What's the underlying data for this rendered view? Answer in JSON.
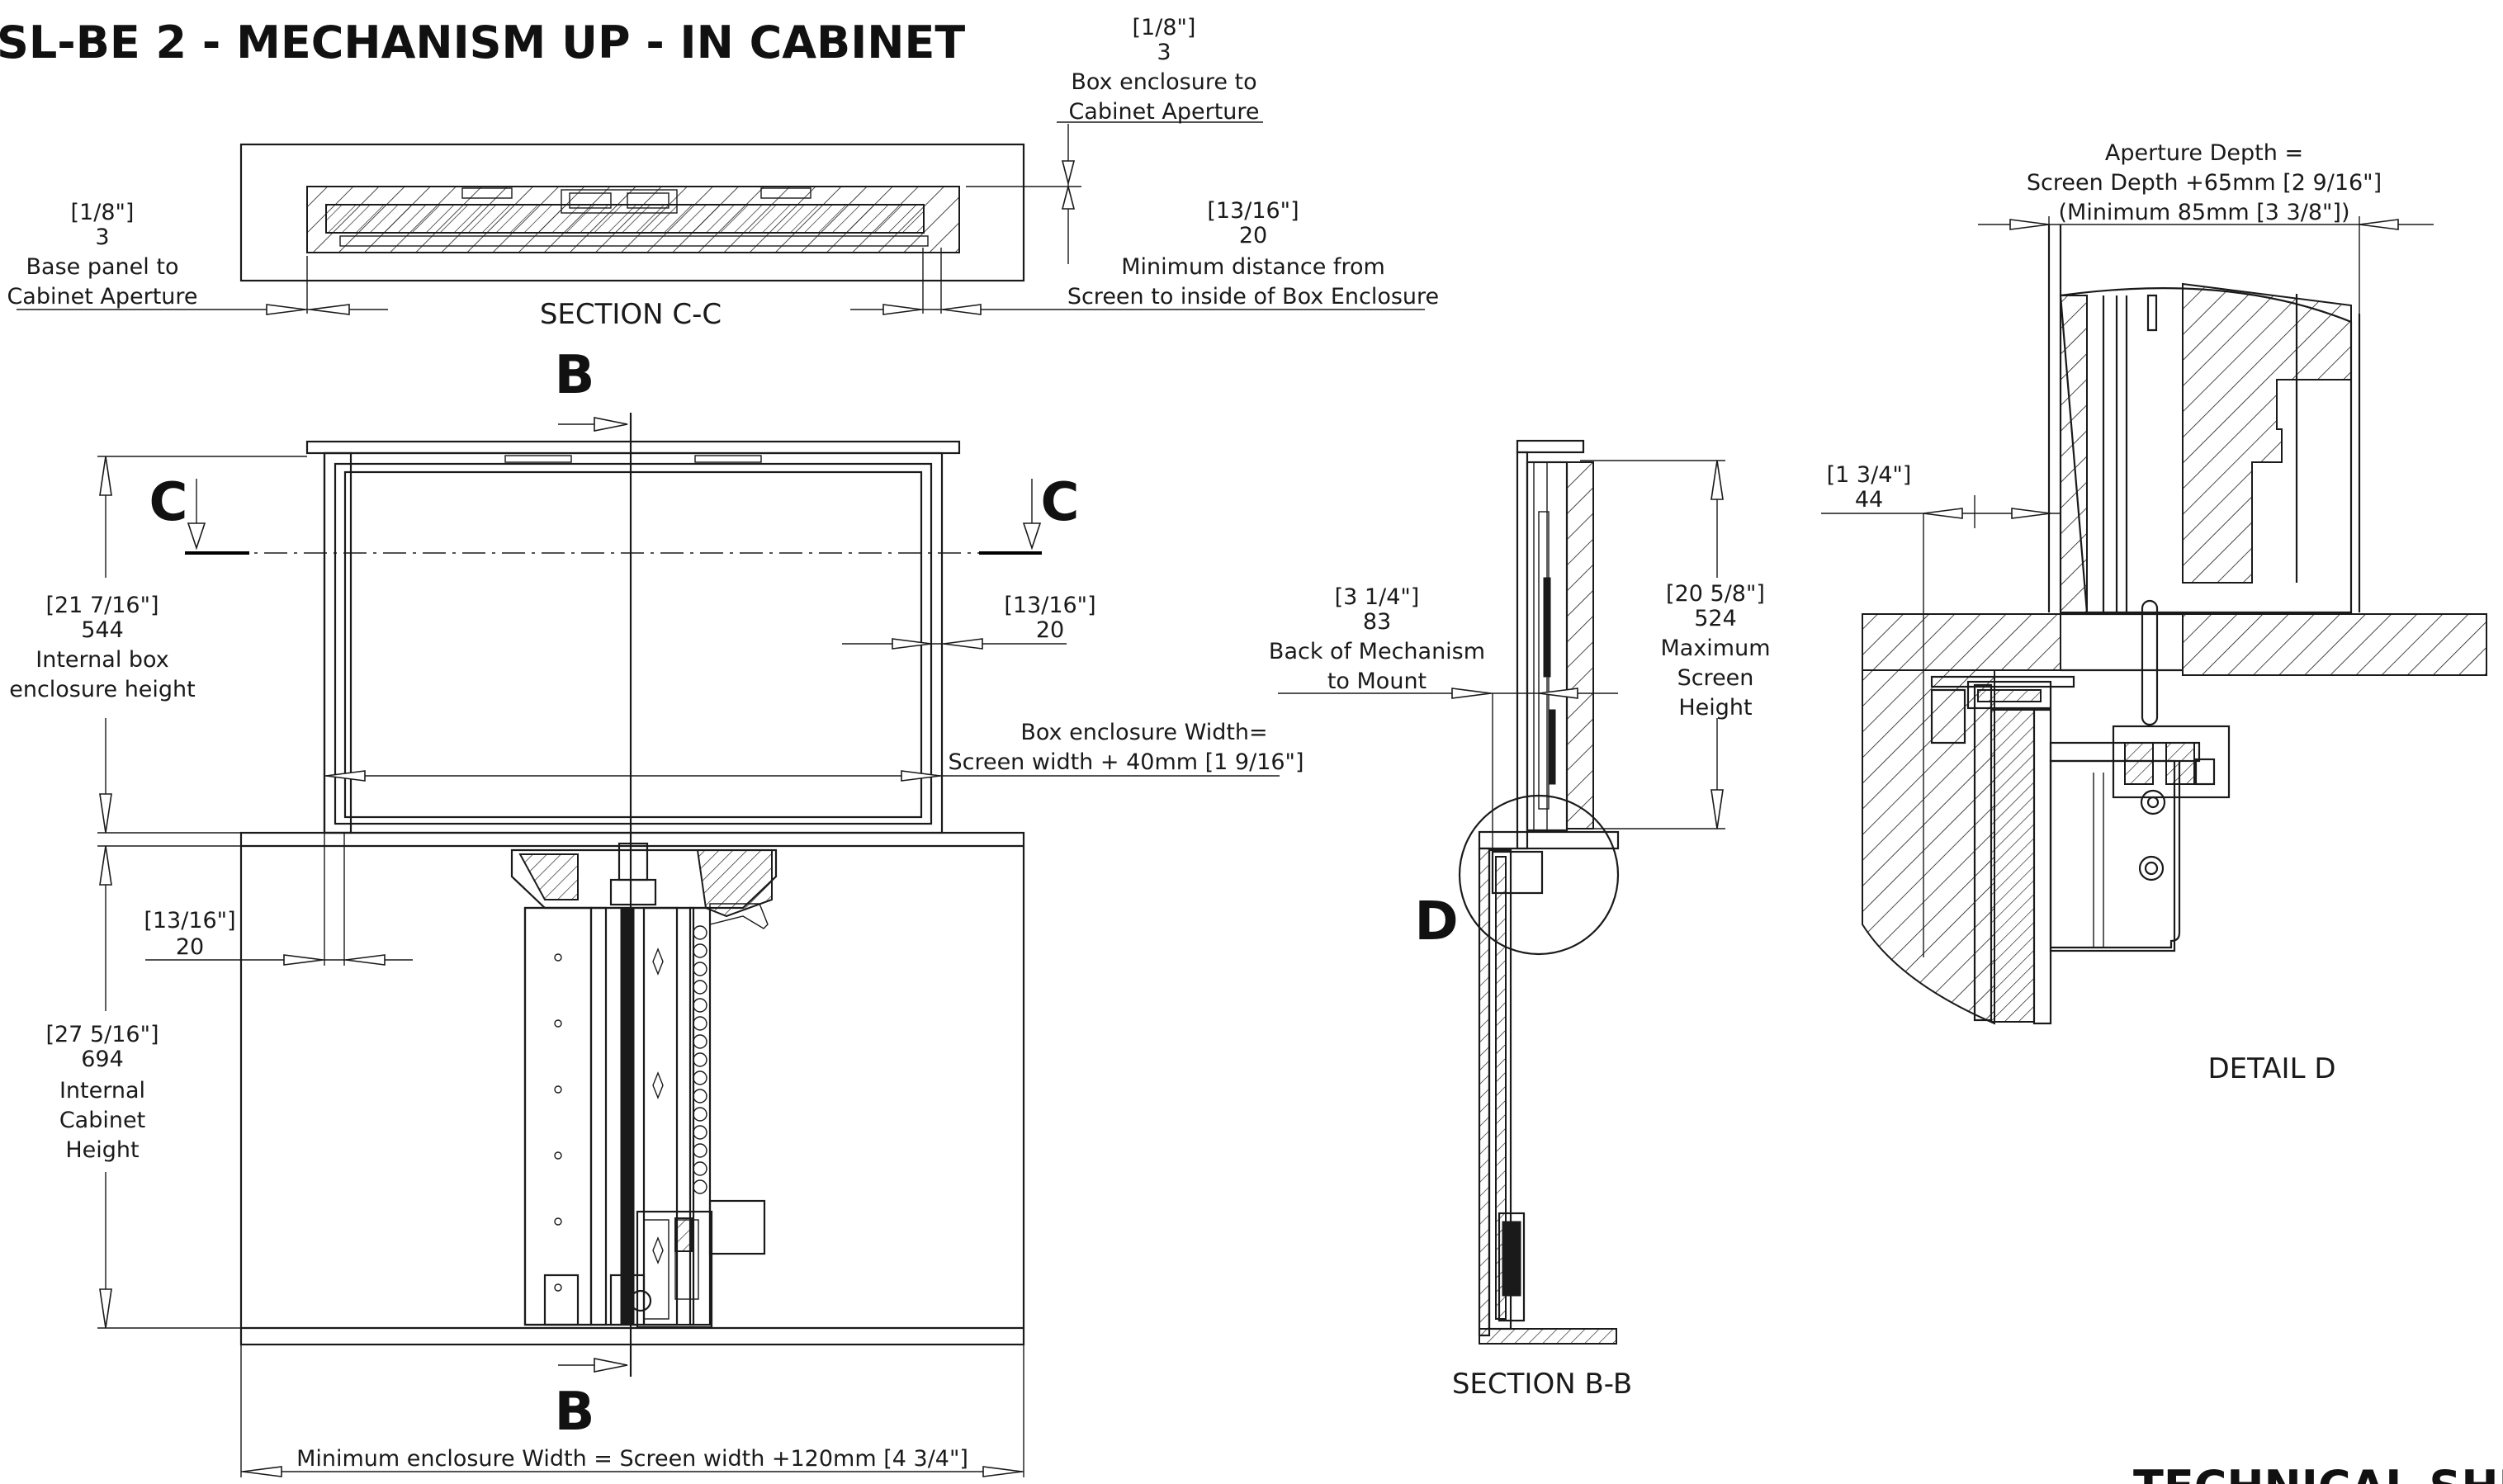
{
  "title": "SL-BE 2 - MECHANISM UP - IN CABINET",
  "footer_title": "TECHNICAL SHEET",
  "section_labels": {
    "section_cc": "SECTION C-C",
    "section_bb": "SECTION B-B",
    "detail_d": "DETAIL D",
    "marker_b": "B",
    "marker_c": "C",
    "marker_d": "D"
  },
  "dimensions": {
    "box_to_aperture": {
      "imperial": "[1/8\"]",
      "metric": "3",
      "line1": "Box enclosure to",
      "line2": "Cabinet Aperture"
    },
    "base_to_aperture": {
      "imperial": "[1/8\"]",
      "metric": "3",
      "line1": "Base panel to",
      "line2": "Cabinet Aperture"
    },
    "screen_to_box": {
      "imperial": "[13/16\"]",
      "metric": "20",
      "line1": "Minimum distance from",
      "line2": "Screen to inside of Box Enclosure"
    },
    "internal_box_height": {
      "imperial": "[21 7/16\"]",
      "metric": "544",
      "line1": "Internal box",
      "line2": "enclosure height"
    },
    "side_gap_right": {
      "imperial": "[13/16\"]",
      "metric": "20"
    },
    "box_width": {
      "line1": "Box enclosure Width=",
      "line2": "Screen width + 40mm [1 9/16\"]"
    },
    "side_gap_left": {
      "imperial": "[13/16\"]",
      "metric": "20"
    },
    "internal_cabinet_height": {
      "imperial": "[27 5/16\"]",
      "metric": "694",
      "line1": "Internal",
      "line2": "Cabinet",
      "line3": "Height"
    },
    "min_enclosure_width": {
      "text": "Minimum enclosure Width = Screen width +120mm [4 3/4\"]"
    },
    "back_to_mount": {
      "imperial": "[3 1/4\"]",
      "metric": "83",
      "line1": "Back of Mechanism",
      "line2": "to Mount"
    },
    "max_screen_height": {
      "imperial": "[20 5/8\"]",
      "metric": "524",
      "line1": "Maximum",
      "line2": "Screen",
      "line3": "Height"
    },
    "detail_offset": {
      "imperial": "[1 3/4\"]",
      "metric": "44"
    },
    "aperture_depth": {
      "line1": "Aperture Depth =",
      "line2": "Screen Depth +65mm [2 9/16\"]",
      "line3": "(Minimum 85mm [3 3/8\"])"
    }
  }
}
